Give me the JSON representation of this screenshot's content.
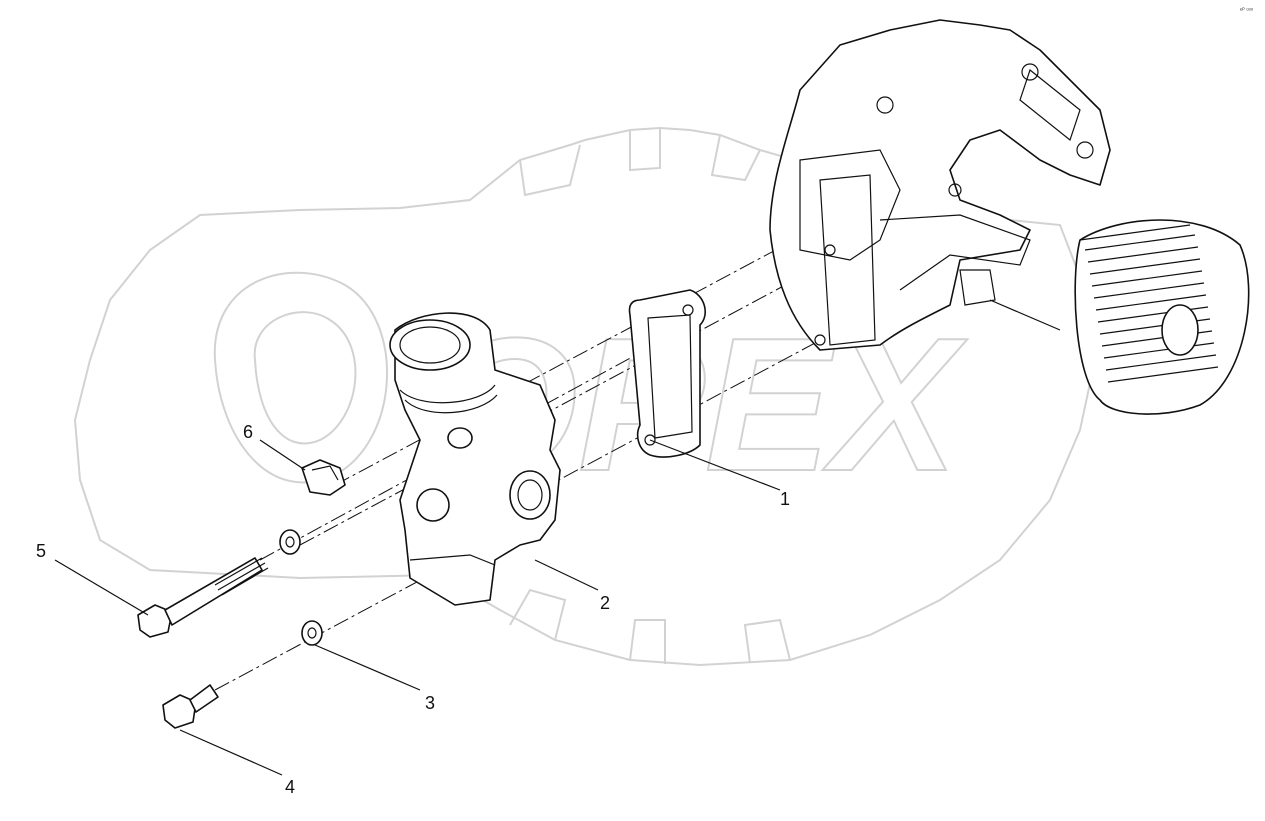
{
  "diagram": {
    "watermark_text": "OPEX",
    "corner_mark": "ᵉᴾ ᵒᵒᵒ",
    "callouts": [
      {
        "id": "1",
        "label": "1"
      },
      {
        "id": "2",
        "label": "2"
      },
      {
        "id": "3",
        "label": "3"
      },
      {
        "id": "4",
        "label": "4"
      },
      {
        "id": "5",
        "label": "5"
      },
      {
        "id": "6",
        "label": "6"
      }
    ]
  }
}
